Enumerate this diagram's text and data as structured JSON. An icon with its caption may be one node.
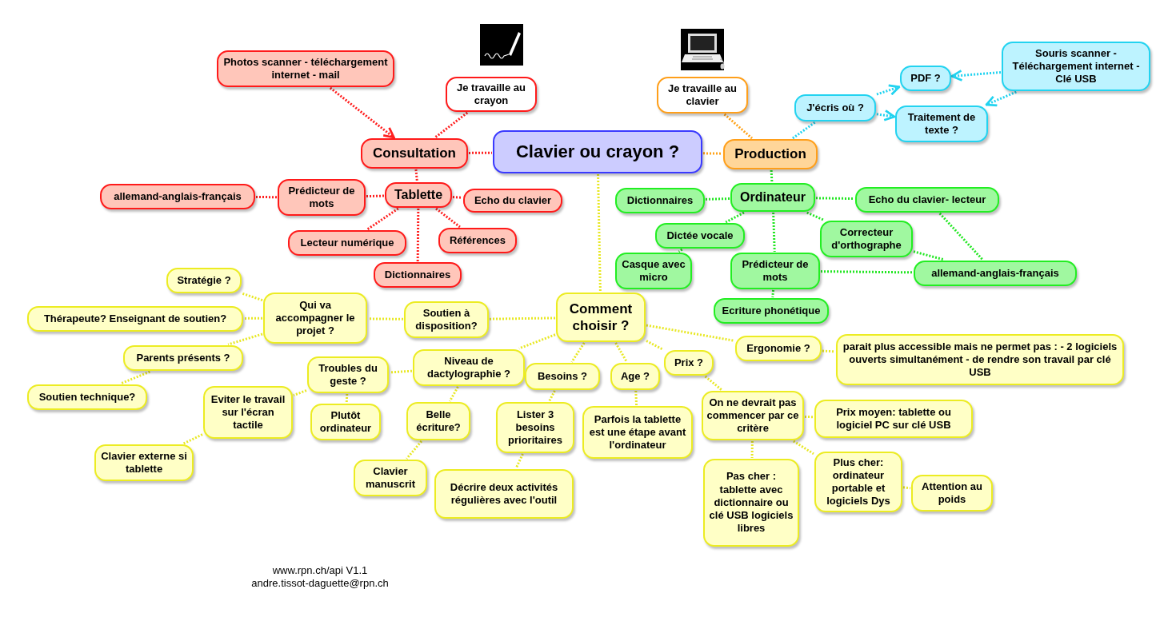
{
  "diagram": {
    "nodes": [
      {
        "text": [
          "Clavier ou crayon ?"
        ]
      },
      {
        "text": [
          "Consultation"
        ]
      },
      {
        "text": [
          "Photos scanner - téléchargement internet - mail"
        ]
      },
      {
        "text": [
          "Je travaille au crayon"
        ]
      },
      {
        "text": [
          "Tablette"
        ]
      },
      {
        "text": [
          "Prédicteur de mots"
        ]
      },
      {
        "text": [
          "allemand-anglais-français"
        ]
      },
      {
        "text": [
          "Echo du clavier"
        ]
      },
      {
        "text": [
          "Lecteur numérique"
        ]
      },
      {
        "text": [
          "Références"
        ]
      },
      {
        "text": [
          "Dictionnaires"
        ]
      },
      {
        "text": [
          "Production"
        ]
      },
      {
        "text": [
          "Je travaille au clavier"
        ]
      },
      {
        "text": [
          "J'écris où ?"
        ]
      },
      {
        "text": [
          "PDF ?"
        ]
      },
      {
        "text": [
          "Traitement de texte ?"
        ]
      },
      {
        "text": [
          "Souris scanner - Téléchargement internet - Clé USB"
        ]
      },
      {
        "text": [
          "Ordinateur"
        ]
      },
      {
        "text": [
          "Dictionnaires"
        ]
      },
      {
        "text": [
          "Echo du clavier- lecteur"
        ]
      },
      {
        "text": [
          "Dictée vocale"
        ]
      },
      {
        "text": [
          "Casque avec micro"
        ]
      },
      {
        "text": [
          "Correcteur d'orthographe"
        ]
      },
      {
        "text": [
          "Prédicteur de mots"
        ]
      },
      {
        "text": [
          "allemand-anglais-français"
        ]
      },
      {
        "text": [
          "Ecriture phonétique"
        ]
      },
      {
        "text": [
          "Comment choisir ?"
        ]
      },
      {
        "text": [
          "Soutien à disposition?"
        ]
      },
      {
        "text": [
          "Qui va accompagner le projet ?"
        ]
      },
      {
        "text": [
          "Stratégie ?"
        ]
      },
      {
        "text": [
          "Thérapeute? Enseignant de soutien?"
        ]
      },
      {
        "text": [
          "Parents présents ?"
        ]
      },
      {
        "text": [
          "Soutien technique?"
        ]
      },
      {
        "text": [
          "Niveau de dactylographie ?"
        ]
      },
      {
        "text": [
          "Troubles du geste ?"
        ]
      },
      {
        "text": [
          "Plutôt ordinateur"
        ]
      },
      {
        "text": [
          "Eviter le travail sur l'écran tactile"
        ]
      },
      {
        "text": [
          "Clavier externe si tablette"
        ]
      },
      {
        "text": [
          "Belle écriture?"
        ]
      },
      {
        "text": [
          "Clavier manuscrit"
        ]
      },
      {
        "text": [
          "Besoins ?"
        ]
      },
      {
        "text": [
          "Lister 3 besoins prioritaires"
        ]
      },
      {
        "text": [
          "Décrire deux activités régulières avec l'outil"
        ]
      },
      {
        "text": [
          "Age ?"
        ]
      },
      {
        "text": [
          "Parfois la tablette est une étape avant l'ordinateur"
        ]
      },
      {
        "text": [
          "Prix ?"
        ]
      },
      {
        "text": [
          "Ergonomie ?"
        ]
      },
      {
        "text": [
          "parait plus accessible mais ne permet pas : - 2 logiciels ouverts simultanément - de rendre son travail par clé USB"
        ]
      },
      {
        "text": [
          "On ne devrait pas commencer par ce critère"
        ]
      },
      {
        "text": [
          "Prix moyen: tablette ou logiciel PC sur clé USB"
        ]
      },
      {
        "text": [
          "Pas cher : tablette avec dictionnaire ou clé USB logiciels libres"
        ]
      },
      {
        "text": [
          "Plus cher: ordinateur portable et logiciels Dys"
        ]
      },
      {
        "text": [
          "Attention au poids"
        ]
      }
    ],
    "edges": [
      {
        "from": 1,
        "to": 0,
        "arrow": "none",
        "color": "#ff2020"
      },
      {
        "from": 2,
        "to": 1,
        "arrow": "to",
        "color": "#ff2020"
      },
      {
        "from": 3,
        "to": 1,
        "arrow": "none",
        "color": "#ff2020"
      },
      {
        "from": 1,
        "to": 4,
        "arrow": "none",
        "color": "#ff2020"
      },
      {
        "from": 4,
        "to": 5,
        "arrow": "none",
        "color": "#ff2020"
      },
      {
        "from": 5,
        "to": 6,
        "arrow": "none",
        "color": "#ff2020"
      },
      {
        "from": 4,
        "to": 7,
        "arrow": "none",
        "color": "#ff2020"
      },
      {
        "from": 4,
        "to": 8,
        "arrow": "none",
        "color": "#ff2020"
      },
      {
        "from": 4,
        "to": 9,
        "arrow": "none",
        "color": "#ff2020"
      },
      {
        "from": 4,
        "to": 10,
        "arrow": "none",
        "color": "#ff2020"
      },
      {
        "from": 0,
        "to": 11,
        "arrow": "none",
        "color": "#ffa31a"
      },
      {
        "from": 12,
        "to": 11,
        "arrow": "none",
        "color": "#ffa31a"
      },
      {
        "from": 11,
        "to": 13,
        "arrow": "none",
        "color": "#22d3f0"
      },
      {
        "from": 13,
        "to": 14,
        "arrow": "to",
        "color": "#22d3f0"
      },
      {
        "from": 13,
        "to": 15,
        "arrow": "to",
        "color": "#22d3f0"
      },
      {
        "from": 16,
        "to": 14,
        "arrow": "to",
        "color": "#22d3f0"
      },
      {
        "from": 16,
        "to": 15,
        "arrow": "to",
        "color": "#22d3f0"
      },
      {
        "from": 11,
        "to": 17,
        "arrow": "none",
        "color": "#22e622"
      },
      {
        "from": 17,
        "to": 18,
        "arrow": "none",
        "color": "#22e622"
      },
      {
        "from": 17,
        "to": 19,
        "arrow": "none",
        "color": "#22e622"
      },
      {
        "from": 17,
        "to": 20,
        "arrow": "none",
        "color": "#22e622"
      },
      {
        "from": 20,
        "to": 21,
        "arrow": "none",
        "color": "#22e622"
      },
      {
        "from": 17,
        "to": 22,
        "arrow": "none",
        "color": "#22e622"
      },
      {
        "from": 17,
        "to": 23,
        "arrow": "none",
        "color": "#22e622"
      },
      {
        "from": 23,
        "to": 25,
        "arrow": "none",
        "color": "#22e622"
      },
      {
        "from": 23,
        "to": 24,
        "arrow": "none",
        "color": "#22e622"
      },
      {
        "from": 22,
        "to": 24,
        "arrow": "none",
        "color": "#22e622"
      },
      {
        "from": 19,
        "to": 24,
        "arrow": "none",
        "color": "#22e622"
      },
      {
        "from": 0,
        "to": 26,
        "arrow": "none"
      },
      {
        "from": 26,
        "to": 27,
        "arrow": "none"
      },
      {
        "from": 27,
        "to": 28,
        "arrow": "none"
      },
      {
        "from": 28,
        "to": 29,
        "arrow": "none"
      },
      {
        "from": 28,
        "to": 30,
        "arrow": "none"
      },
      {
        "from": 28,
        "to": 31,
        "arrow": "none"
      },
      {
        "from": 31,
        "to": 32,
        "arrow": "none"
      },
      {
        "from": 26,
        "to": 33,
        "arrow": "none"
      },
      {
        "from": 33,
        "to": 34,
        "arrow": "none"
      },
      {
        "from": 34,
        "to": 35,
        "arrow": "none"
      },
      {
        "from": 34,
        "to": 36,
        "arrow": "none"
      },
      {
        "from": 36,
        "to": 37,
        "arrow": "none"
      },
      {
        "from": 33,
        "to": 38,
        "arrow": "none"
      },
      {
        "from": 38,
        "to": 39,
        "arrow": "none"
      },
      {
        "from": 26,
        "to": 40,
        "arrow": "none"
      },
      {
        "from": 40,
        "to": 41,
        "arrow": "none"
      },
      {
        "from": 41,
        "to": 42,
        "arrow": "none"
      },
      {
        "from": 26,
        "to": 43,
        "arrow": "none"
      },
      {
        "from": 43,
        "to": 44,
        "arrow": "none"
      },
      {
        "from": 26,
        "to": 45,
        "arrow": "none"
      },
      {
        "from": 26,
        "to": 46,
        "arrow": "none"
      },
      {
        "from": 46,
        "to": 47,
        "arrow": "none"
      },
      {
        "from": 45,
        "to": 48,
        "arrow": "none"
      },
      {
        "from": 48,
        "to": 49,
        "arrow": "none"
      },
      {
        "from": 48,
        "to": 50,
        "arrow": "none"
      },
      {
        "from": 48,
        "to": 51,
        "arrow": "none"
      },
      {
        "from": 51,
        "to": 52,
        "arrow": "none"
      }
    ],
    "labels": [
      "www.rpn.ch/api V1.1",
      "andre.tissot-daguette@rpn.ch"
    ]
  }
}
